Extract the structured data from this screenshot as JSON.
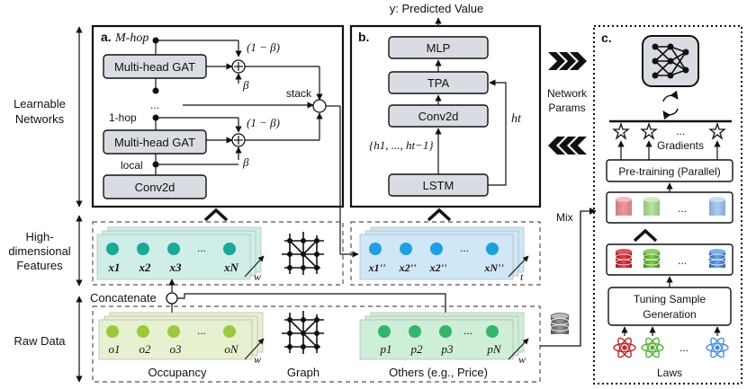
{
  "left_labels": {
    "learnable": [
      "Learnable",
      "Networks"
    ],
    "features": [
      "High-",
      "dimensional",
      "Features"
    ],
    "raw": "Raw Data"
  },
  "panel_a": {
    "tag": "a.",
    "m_hop": "M-hop",
    "one_hop": "1-hop",
    "local": "local",
    "gat_label": "Multi-head GAT",
    "conv_label": "Conv2d",
    "one_minus_beta": "(1 − β)",
    "beta": "β",
    "dots": "...",
    "stack": "stack"
  },
  "panel_b": {
    "tag": "b.",
    "output": "y: Predicted Value",
    "mlp": "MLP",
    "tpa": "TPA",
    "conv": "Conv2d",
    "lstm": "LSTM",
    "hidden_seq": "{h1, ..., ht−1}",
    "ht": "ht"
  },
  "panel_c": {
    "tag": "c.",
    "network_params": [
      "Network",
      "Params"
    ],
    "gradients": "Gradients",
    "pretraining": "Pre-training (Parallel)",
    "mix": "Mix",
    "tuning": [
      "Tuning Sample",
      "Generation"
    ],
    "laws": "Laws",
    "dots": "..."
  },
  "features": {
    "x": [
      "x1",
      "x2",
      "x3",
      "xN"
    ],
    "xpp": [
      "x1''",
      "x2''",
      "x2''",
      "xN''"
    ],
    "w": "w",
    "t": "t",
    "dots": "..."
  },
  "raw": {
    "concatenate": "Concatenate",
    "occupancy_nodes": [
      "o1",
      "o2",
      "o3",
      "oN"
    ],
    "price_nodes": [
      "p1",
      "p2",
      "p3",
      "pN"
    ],
    "occupancy": "Occupancy",
    "graph": "Graph",
    "others": "Others (e.g., Price)",
    "w": "w",
    "dots": "..."
  },
  "colors": {
    "gray_box": "#d9dde3",
    "teal_node": "#1aa89a",
    "teal_bg": "#cfeee8",
    "blue_node": "#1f9fe0",
    "blue_bg": "#cfe7f7",
    "green_node": "#9cc93b",
    "green_bg": "#e6f2cf",
    "green2_node": "#34b56a",
    "green2_bg": "#cfeed7",
    "red_db": "#c0282d",
    "green_db": "#55b135",
    "blue_db": "#3f7fc9"
  }
}
